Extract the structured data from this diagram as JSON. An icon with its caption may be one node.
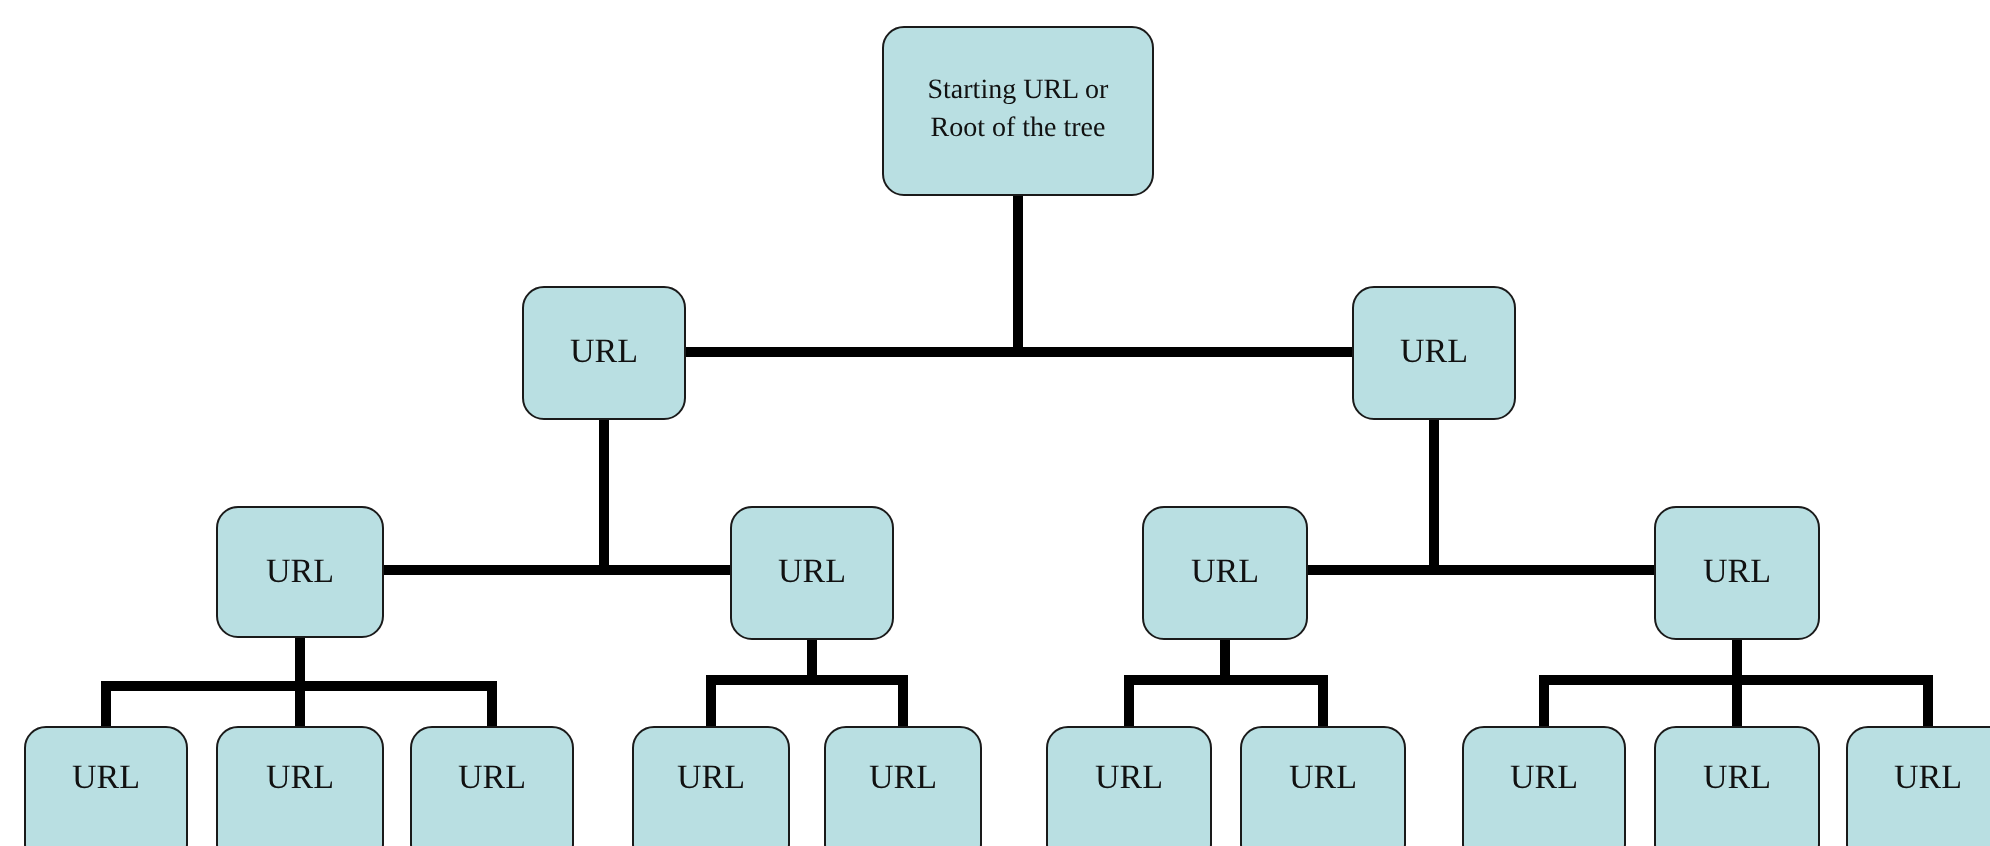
{
  "diagram": {
    "nodes": [
      {
        "text": [
          "Starting URL or Root of the tree"
        ]
      },
      {
        "text": [
          "URL"
        ]
      },
      {
        "text": [
          "URL"
        ]
      },
      {
        "text": [
          "URL"
        ]
      },
      {
        "text": [
          "URL"
        ]
      },
      {
        "text": [
          "URL"
        ]
      },
      {
        "text": [
          "URL"
        ]
      },
      {
        "text": [
          "URL"
        ]
      },
      {
        "text": [
          "URL"
        ]
      },
      {
        "text": [
          "URL"
        ]
      },
      {
        "text": [
          "URL"
        ]
      },
      {
        "text": [
          "URL"
        ]
      },
      {
        "text": [
          "URL"
        ]
      },
      {
        "text": [
          "URL"
        ]
      },
      {
        "text": [
          "URL"
        ]
      },
      {
        "text": [
          "URL"
        ]
      },
      {
        "text": [
          "URL"
        ]
      }
    ],
    "edges": [
      {
        "from": 0,
        "to": 1,
        "arrow": "none"
      },
      {
        "from": 0,
        "to": 2,
        "arrow": "none"
      },
      {
        "from": 1,
        "to": 3,
        "arrow": "none"
      },
      {
        "from": 1,
        "to": 4,
        "arrow": "none"
      },
      {
        "from": 2,
        "to": 5,
        "arrow": "none"
      },
      {
        "from": 2,
        "to": 6,
        "arrow": "none"
      },
      {
        "from": 3,
        "to": 7,
        "arrow": "none"
      },
      {
        "from": 3,
        "to": 8,
        "arrow": "none"
      },
      {
        "from": 3,
        "to": 9,
        "arrow": "none"
      },
      {
        "from": 4,
        "to": 10,
        "arrow": "none"
      },
      {
        "from": 4,
        "to": 11,
        "arrow": "none"
      },
      {
        "from": 5,
        "to": 12,
        "arrow": "none"
      },
      {
        "from": 5,
        "to": 13,
        "arrow": "none"
      },
      {
        "from": 6,
        "to": 14,
        "arrow": "none"
      },
      {
        "from": 6,
        "to": 15,
        "arrow": "none"
      },
      {
        "from": 6,
        "to": 16,
        "arrow": "none"
      }
    ]
  }
}
